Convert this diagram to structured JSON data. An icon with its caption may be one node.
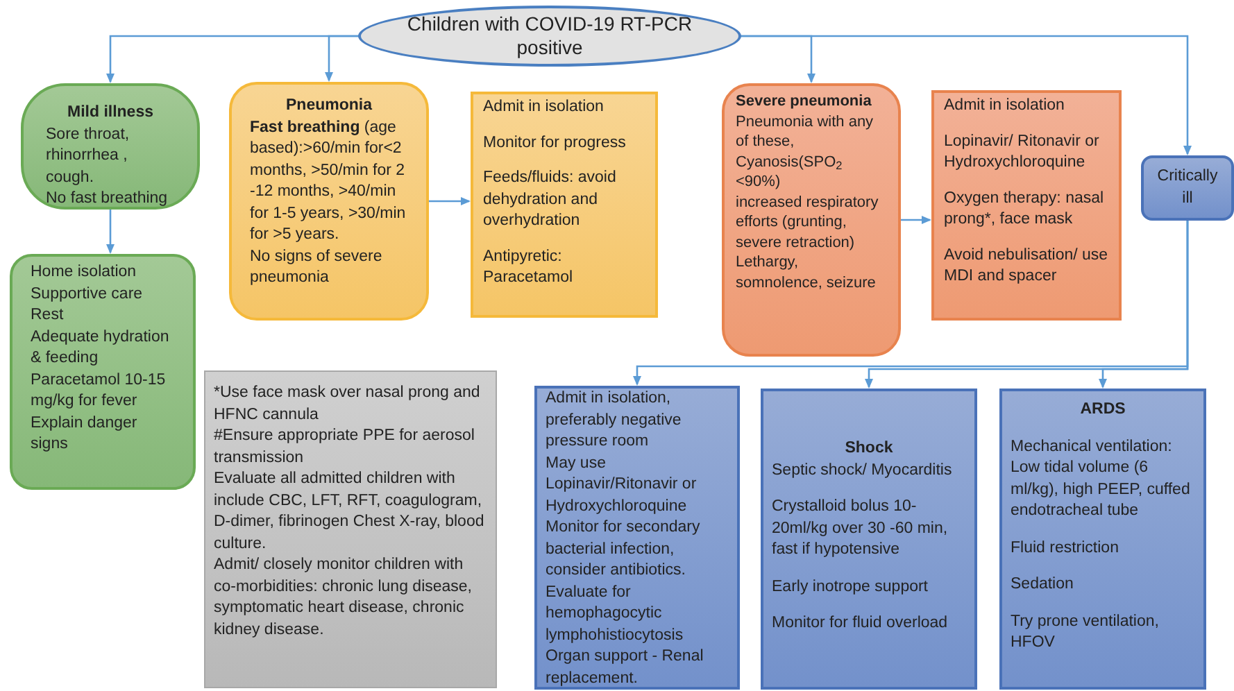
{
  "diagram": {
    "nodes": [
      {
        "text": [
          "Children with COVID-19 RT-PCR positive"
        ]
      },
      {
        "text": [
          "Mild illness",
          "Sore throat, rhinorrhea , cough.",
          "No fast breathing"
        ]
      },
      {
        "text": [
          "Home isolation",
          "Supportive care",
          "Rest",
          "Adequate hydration & feeding",
          "Paracetamol 10-15 mg/kg for fever",
          "Explain danger signs"
        ]
      },
      {
        "text": [
          "Pneumonia",
          "**Fast breathing** (age based):>60/min for<2 months, >50/min for 2 -12 months, >40/min for 1-5 years, >30/min for >5 years.",
          "No signs of severe pneumonia"
        ]
      },
      {
        "text": [
          "Admit in isolation",
          "Monitor for progress",
          "Feeds/fluids: avoid dehydration and overhydration",
          "Antipyretic: Paracetamol"
        ]
      },
      {
        "text": [
          "Severe pneumonia",
          "Pneumonia with any of these, Cyanosis(SPO$_{2}$ <90%)",
          "increased respiratory efforts (grunting, severe retraction)",
          "Lethargy, somnolence, seizure"
        ]
      },
      {
        "text": [
          "Admit in isolation",
          "Lopinavir/ Ritonavir or Hydroxychloroquine",
          "Oxygen therapy: nasal prong*, face mask",
          "Avoid nebulisation/ use MDI and spacer"
        ]
      },
      {
        "text": [
          "Critically ill"
        ]
      },
      {
        "text": [
          "Admit in isolation, preferably negative pressure room",
          "May use Lopinavir/Ritonavir or Hydroxychloroquine",
          "Monitor for secondary bacterial infection, consider antibiotics.",
          "Evaluate for hemophagocytic lymphohistiocytosis",
          "Organ support - Renal replacement."
        ]
      },
      {
        "text": [
          "Shock",
          "Septic shock/ Myocarditis",
          "Crystalloid bolus 10-20ml/kg over 30 -60 min, fast if hypotensive",
          "Early inotrope support",
          "Monitor for fluid overload"
        ]
      },
      {
        "text": [
          "ARDS",
          "Mechanical ventilation: Low tidal volume (6 ml/kg), high PEEP, cuffed endotracheal tube",
          "Fluid restriction",
          "Sedation",
          "Try prone ventilation, HFOV"
        ]
      },
      {
        "text": [
          "*Use face mask over nasal prong and HFNC cannula",
          "#Ensure appropriate PPE for aerosol transmission",
          "Evaluate all admitted children with include CBC, LFT, RFT, coagulogram, D-dimer, fibrinogen Chest X-ray, blood culture.",
          "Admit/ closely monitor children with co-morbidities: chronic lung disease, symptomatic heart disease, chronic kidney disease."
        ]
      }
    ],
    "edges": [
      {
        "from": 0,
        "to": 1,
        "arrow": "to"
      },
      {
        "from": 0,
        "to": 3,
        "arrow": "to"
      },
      {
        "from": 0,
        "to": 5,
        "arrow": "to"
      },
      {
        "from": 0,
        "to": 7,
        "arrow": "to"
      },
      {
        "from": 1,
        "to": 2,
        "arrow": "to"
      },
      {
        "from": 3,
        "to": 4,
        "arrow": "to"
      },
      {
        "from": 5,
        "to": 6,
        "arrow": "to"
      },
      {
        "from": 7,
        "to": 8,
        "arrow": "to"
      },
      {
        "from": 7,
        "to": 9,
        "arrow": "to"
      },
      {
        "from": 7,
        "to": 10,
        "arrow": "to"
      }
    ]
  }
}
